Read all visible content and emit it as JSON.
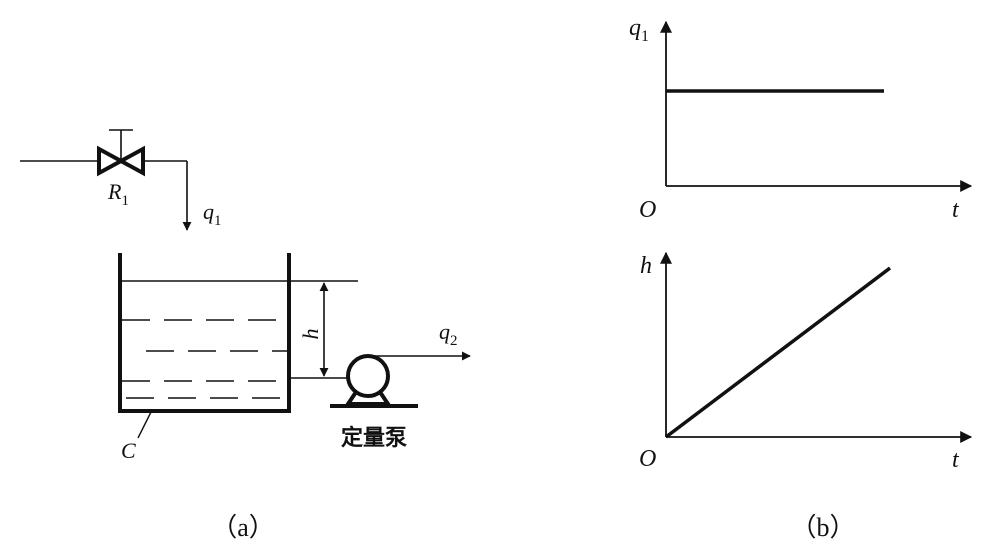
{
  "panel_a": {
    "caption": "（a）",
    "valve_label": {
      "main": "R",
      "sub": "1"
    },
    "inflow_label": {
      "main": "q",
      "sub": "1"
    },
    "outflow_label": {
      "main": "q",
      "sub": "2"
    },
    "level_label": "h",
    "capacity_label": "C",
    "pump_label": "定量泵"
  },
  "panel_b": {
    "caption": "（b）",
    "chart_data": [
      {
        "type": "line",
        "ylabel": {
          "main": "q",
          "sub": "1"
        },
        "xlabel": "t",
        "origin_label": "O",
        "series": [
          {
            "shape": "constant step",
            "x": [
              0,
              1
            ],
            "y": [
              1,
              1
            ]
          }
        ]
      },
      {
        "type": "line",
        "ylabel": {
          "main": "h",
          "sub": ""
        },
        "xlabel": "t",
        "origin_label": "O",
        "series": [
          {
            "shape": "ramp",
            "x": [
              0,
              1
            ],
            "y": [
              0,
              1
            ]
          }
        ]
      }
    ]
  }
}
